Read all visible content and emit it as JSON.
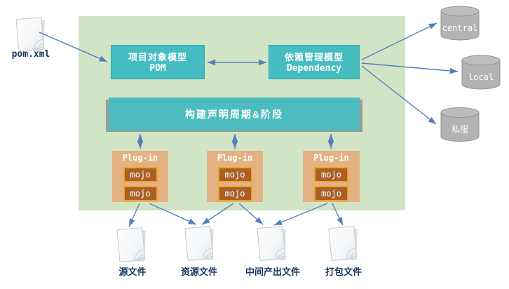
{
  "diagram": {
    "pom_file": {
      "label": "pom.xml"
    },
    "pom_box": {
      "title": "项目对象模型",
      "subtitle": "POM"
    },
    "dependency_box": {
      "title": "依赖管理模型",
      "subtitle": "Dependency"
    },
    "lifecycle_box": {
      "title": "构建声明周期&阶段"
    },
    "plugins": [
      {
        "title": "Plug-in",
        "mojos": [
          "mojo",
          "mojo"
        ]
      },
      {
        "title": "Plug-in",
        "mojos": [
          "mojo",
          "mojo"
        ]
      },
      {
        "title": "Plug-in",
        "mojos": [
          "mojo",
          "mojo"
        ]
      }
    ],
    "repositories": [
      {
        "label": "central"
      },
      {
        "label": "local"
      },
      {
        "label": "私服"
      }
    ],
    "outputs": [
      {
        "label": "源文件"
      },
      {
        "label": "资源文件"
      },
      {
        "label": "中间产出文件"
      },
      {
        "label": "打包文件"
      }
    ],
    "colors": {
      "panel_green": "#d2e4c6",
      "box_teal": "#45bcc0",
      "plugin_tan": "#e2b283",
      "mojo_brown": "#a96028",
      "mojo_border_orange": "#f0a32a",
      "cylinder_gray": "#b3b3b3",
      "arrow_blue": "#4f81bd",
      "label_navy": "#17375e"
    }
  }
}
